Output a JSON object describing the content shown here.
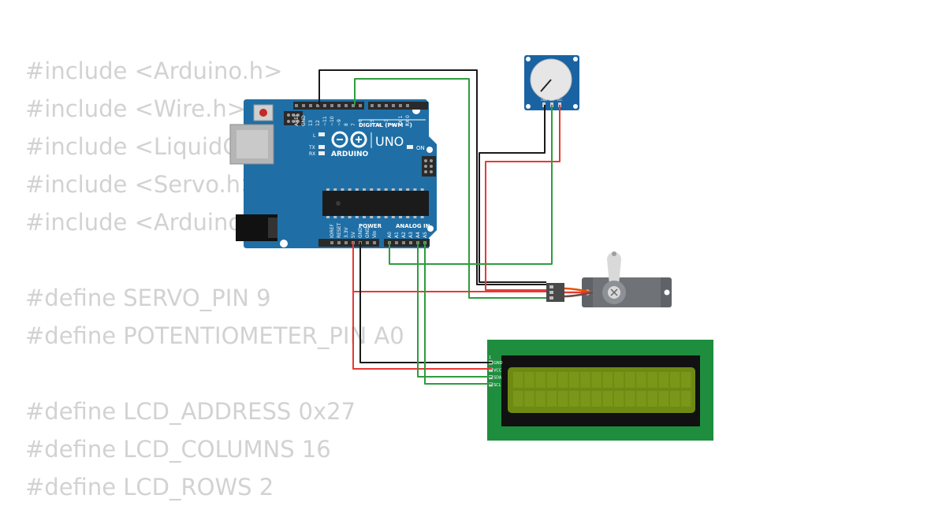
{
  "code_lines": [
    "#include <Arduino.h>",
    "#include <Wire.h>",
    "#include <LiquidCrystal_I2C.h>",
    "#include <Servo.h>",
    "#include <Arduino.h>",
    "",
    "#define SERVO_PIN 9",
    "#define POTENTIOMETER_PIN A0",
    "",
    "#define LCD_ADDRESS 0x27",
    "#define LCD_COLUMNS 16",
    "#define LCD_ROWS 2"
  ],
  "arduino": {
    "model": "UNO",
    "brand": "ARDUINO",
    "digital_label": "DIGITAL (PWM ~)",
    "analog_label": "ANALOG IN",
    "power_label": "POWER",
    "on_label": "ON",
    "l_label": "L",
    "tx_label": "TX",
    "rx_label": "RX",
    "digital_pins": [
      "AREF",
      "GND",
      "13",
      "12",
      "~11",
      "~10",
      "~9",
      "8",
      "7",
      "~6",
      "~5",
      "4",
      "~3",
      "2",
      "TX 1",
      "RX 0"
    ],
    "power_pins": [
      "IOREF",
      "RESET",
      "3.3V",
      "5V",
      "GND",
      "GND",
      "Vin"
    ],
    "analog_pins": [
      "A0",
      "A1",
      "A2",
      "A3",
      "A4",
      "A5"
    ],
    "board_color": "#1f6fa6"
  },
  "potentiometer": {
    "pins": [
      "GND",
      "SIG",
      "VCC"
    ],
    "board_color": "#1a63a3"
  },
  "lcd": {
    "pins": [
      "GND",
      "VCC",
      "SDA",
      "SCL"
    ],
    "pin1_label": "1",
    "pcb_color": "#1e8e3e",
    "screen_color": "#6e8a12"
  },
  "wire_colors": {
    "black": "#1a1a1a",
    "red": "#e53935",
    "green": "#2e9d3e"
  }
}
